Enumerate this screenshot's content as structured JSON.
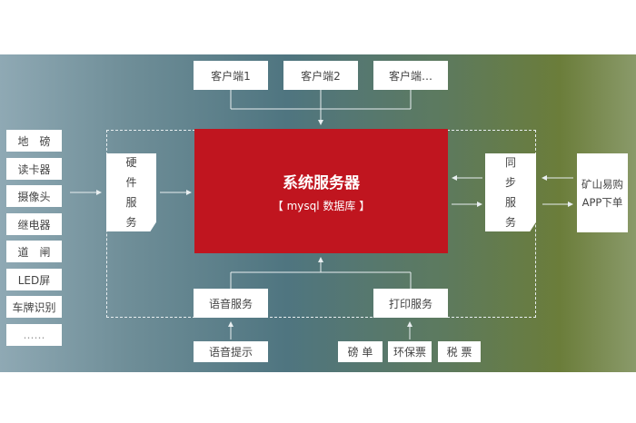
{
  "clients": [
    "客户端1",
    "客户端2",
    "客户端…"
  ],
  "devices": [
    "地　磅",
    "读卡器",
    "摄像头",
    "继电器",
    "道　闸",
    "LED屏",
    "车牌识别",
    "……"
  ],
  "hardware_service": [
    "硬",
    "件",
    "服",
    "务"
  ],
  "server": {
    "title": "系统服务器",
    "subtitle": "【 mysql 数据库 】",
    "color": "#c0151f"
  },
  "sync_service": [
    "同",
    "步",
    "服",
    "务"
  ],
  "app_order": [
    "矿山易购",
    "APP下单"
  ],
  "voice_service": "语音服务",
  "print_service": "打印服务",
  "voice_prompt": "语音提示",
  "print_items": [
    "磅 单",
    "环保票",
    "税 票"
  ]
}
